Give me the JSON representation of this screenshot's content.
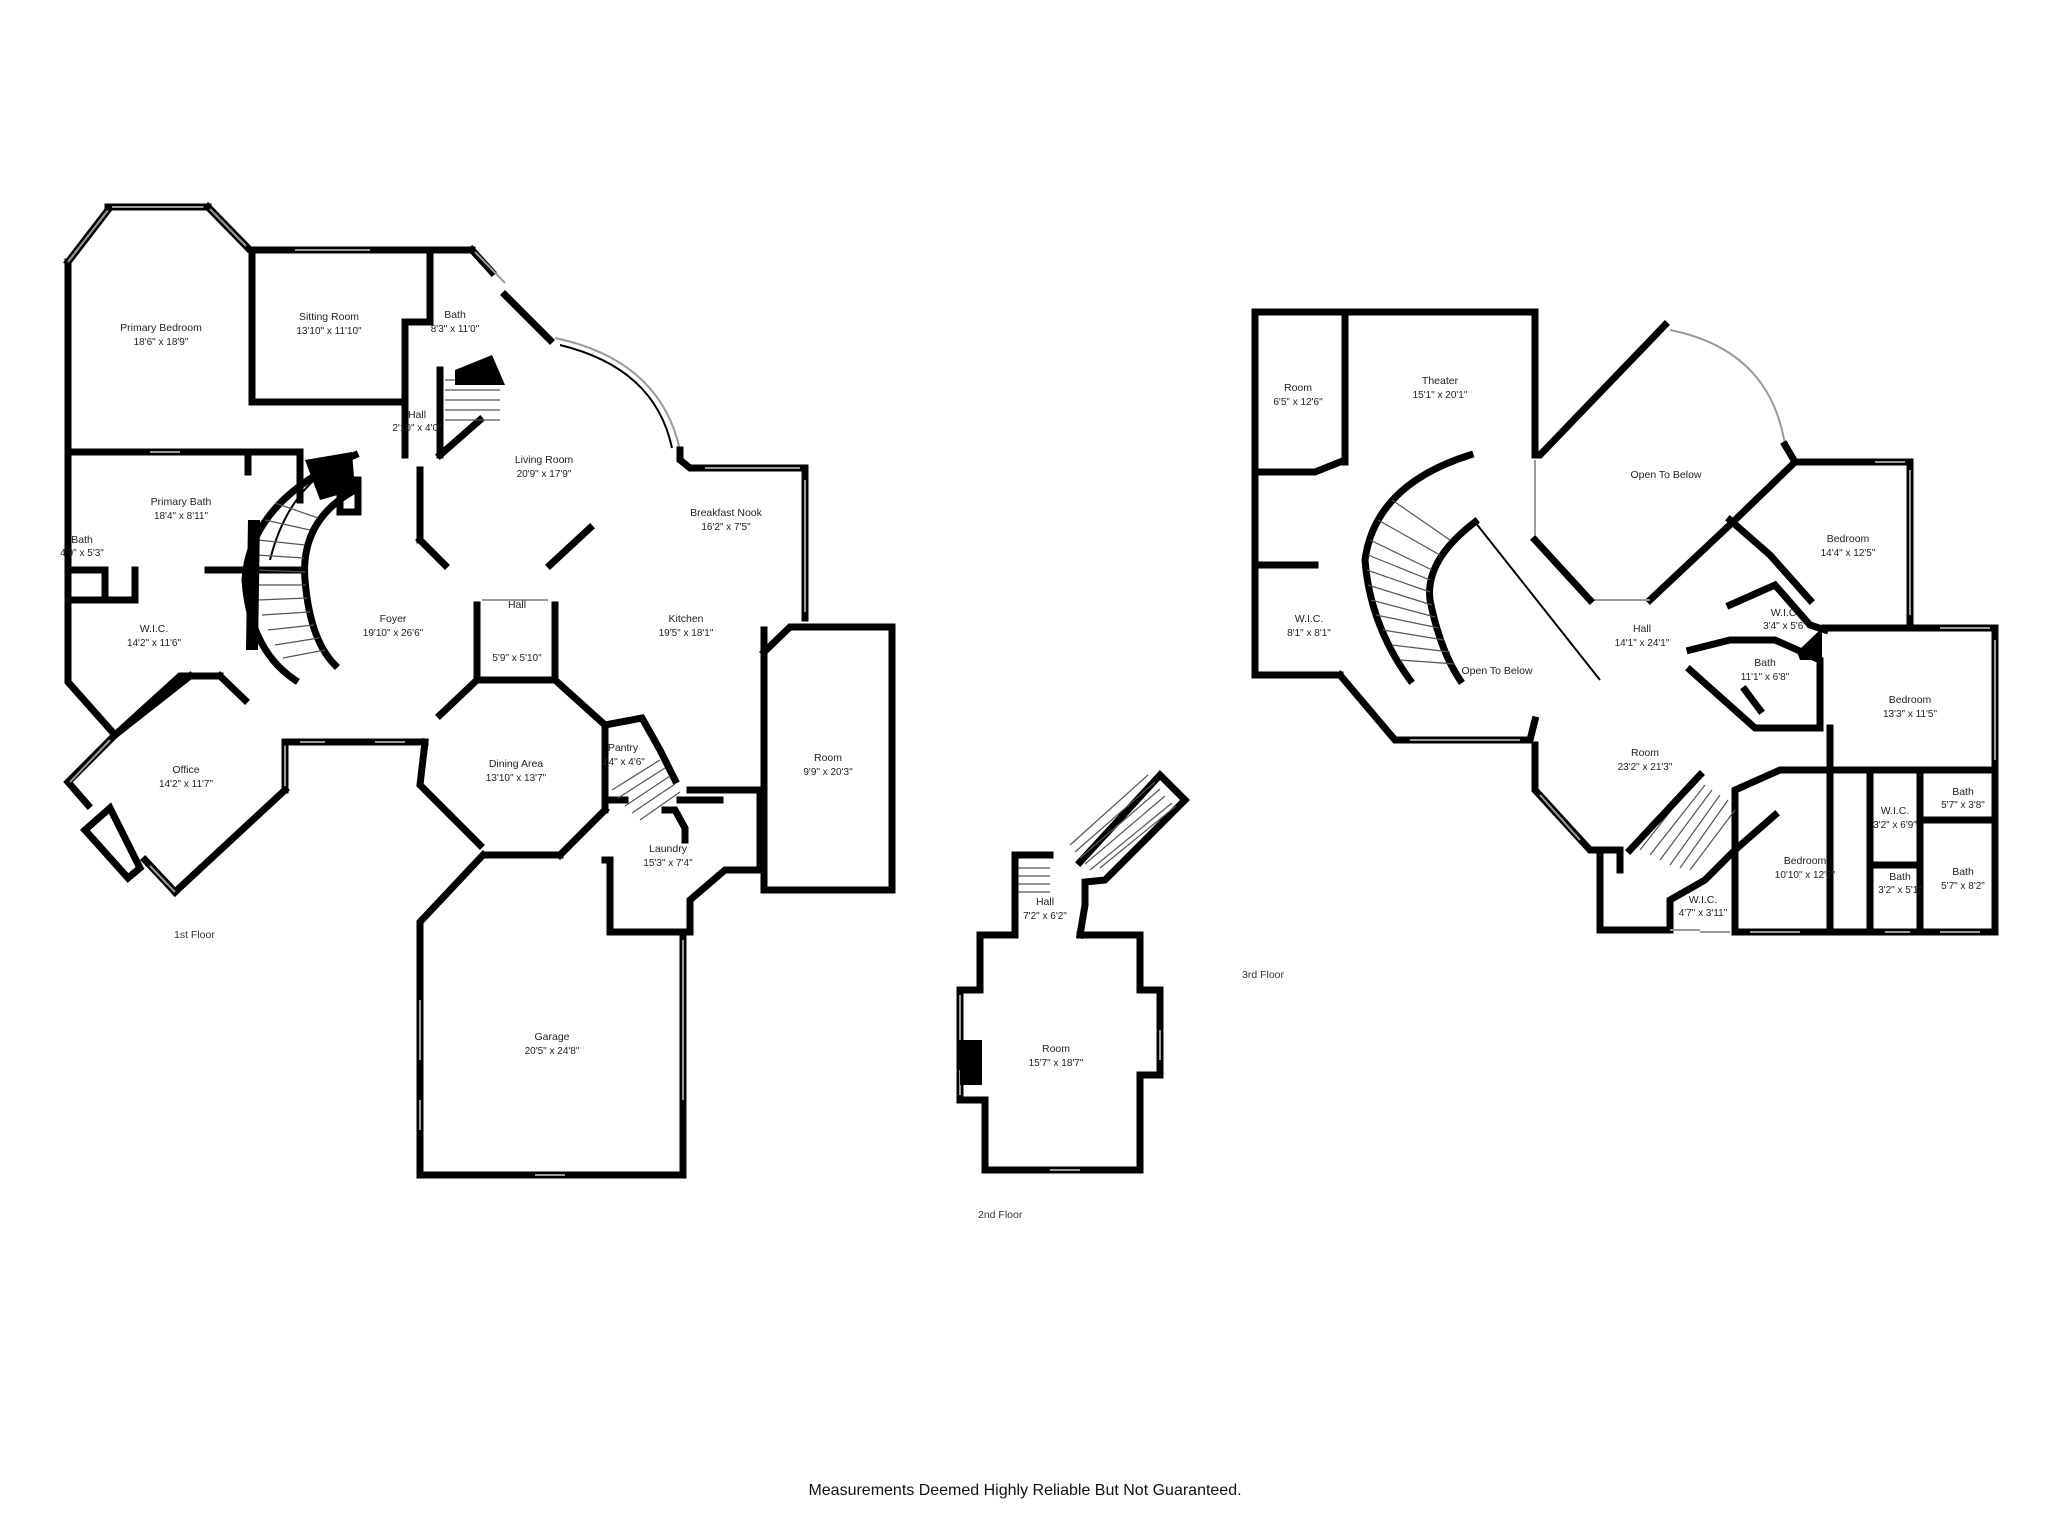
{
  "floors": {
    "first": "1st Floor",
    "second": "2nd Floor",
    "third": "3rd Floor"
  },
  "disclaimer": "Measurements Deemed Highly Reliable But Not Guaranteed.",
  "rooms": {
    "primary_bedroom": {
      "name": "Primary Bedroom",
      "dims": "18'6\" x 18'9\""
    },
    "sitting_room": {
      "name": "Sitting Room",
      "dims": "13'10\" x 11'10\""
    },
    "bath_1": {
      "name": "Bath",
      "dims": "8'3\" x 11'0\""
    },
    "hall_1a": {
      "name": "Hall",
      "dims": "2'10\" x 4'0\""
    },
    "living_room": {
      "name": "Living Room",
      "dims": "20'9\" x 17'9\""
    },
    "primary_bath": {
      "name": "Primary Bath",
      "dims": "18'4\" x 8'11\""
    },
    "bath_1b": {
      "name": "Bath",
      "dims": "4'9\" x 5'3\""
    },
    "breakfast_nook": {
      "name": "Breakfast Nook",
      "dims": "16'2\" x 7'5\""
    },
    "wic_1": {
      "name": "W.I.C.",
      "dims": "14'2\" x 11'6\""
    },
    "foyer": {
      "name": "Foyer",
      "dims": "19'10\" x 26'6\""
    },
    "hall_1b": {
      "name": "Hall",
      "dims": "5'9\" x 5'10\""
    },
    "kitchen": {
      "name": "Kitchen",
      "dims": "19'5\" x 18'1\""
    },
    "office": {
      "name": "Office",
      "dims": "14'2\" x 11'7\""
    },
    "dining_area": {
      "name": "Dining Area",
      "dims": "13'10\" x 13'7\""
    },
    "pantry": {
      "name": "Pantry",
      "dims": "3'4\" x 4'6\""
    },
    "room_1": {
      "name": "Room",
      "dims": "9'9\" x 20'3\""
    },
    "laundry": {
      "name": "Laundry",
      "dims": "15'3\" x 7'4\""
    },
    "garage": {
      "name": "Garage",
      "dims": "20'5\" x 24'8\""
    },
    "hall_2": {
      "name": "Hall",
      "dims": "7'2\" x 6'2\""
    },
    "room_2": {
      "name": "Room",
      "dims": "15'7\" x 18'7\""
    },
    "room_3a": {
      "name": "Room",
      "dims": "6'5\" x 12'6\""
    },
    "theater": {
      "name": "Theater",
      "dims": "15'1\" x 20'1\""
    },
    "open_below_a": {
      "name": "Open To Below",
      "dims": ""
    },
    "bedroom_3a": {
      "name": "Bedroom",
      "dims": "14'4\" x 12'5\""
    },
    "wic_3a": {
      "name": "W.I.C.",
      "dims": "8'1\" x 8'1\""
    },
    "wic_3b": {
      "name": "W.I.C.",
      "dims": "3'4\" x 5'6\""
    },
    "hall_3": {
      "name": "Hall",
      "dims": "14'1\" x 24'1\""
    },
    "open_below_b": {
      "name": "Open To Below",
      "dims": ""
    },
    "bath_3a": {
      "name": "Bath",
      "dims": "11'1\" x 6'8\""
    },
    "bedroom_3b": {
      "name": "Bedroom",
      "dims": "13'3\" x 11'5\""
    },
    "room_3b": {
      "name": "Room",
      "dims": "23'2\" x 21'3\""
    },
    "bath_3b": {
      "name": "Bath",
      "dims": "5'7\" x 3'8\""
    },
    "wic_3c": {
      "name": "W.I.C.",
      "dims": "3'2\" x 6'9\""
    },
    "bedroom_3c": {
      "name": "Bedroom",
      "dims": "10'10\" x 12'2\""
    },
    "bath_3c": {
      "name": "Bath",
      "dims": "3'2\" x 5'1\""
    },
    "bath_3d": {
      "name": "Bath",
      "dims": "5'7\" x 8'2\""
    },
    "wic_3d": {
      "name": "W.I.C.",
      "dims": "4'7\" x 3'11\""
    }
  }
}
